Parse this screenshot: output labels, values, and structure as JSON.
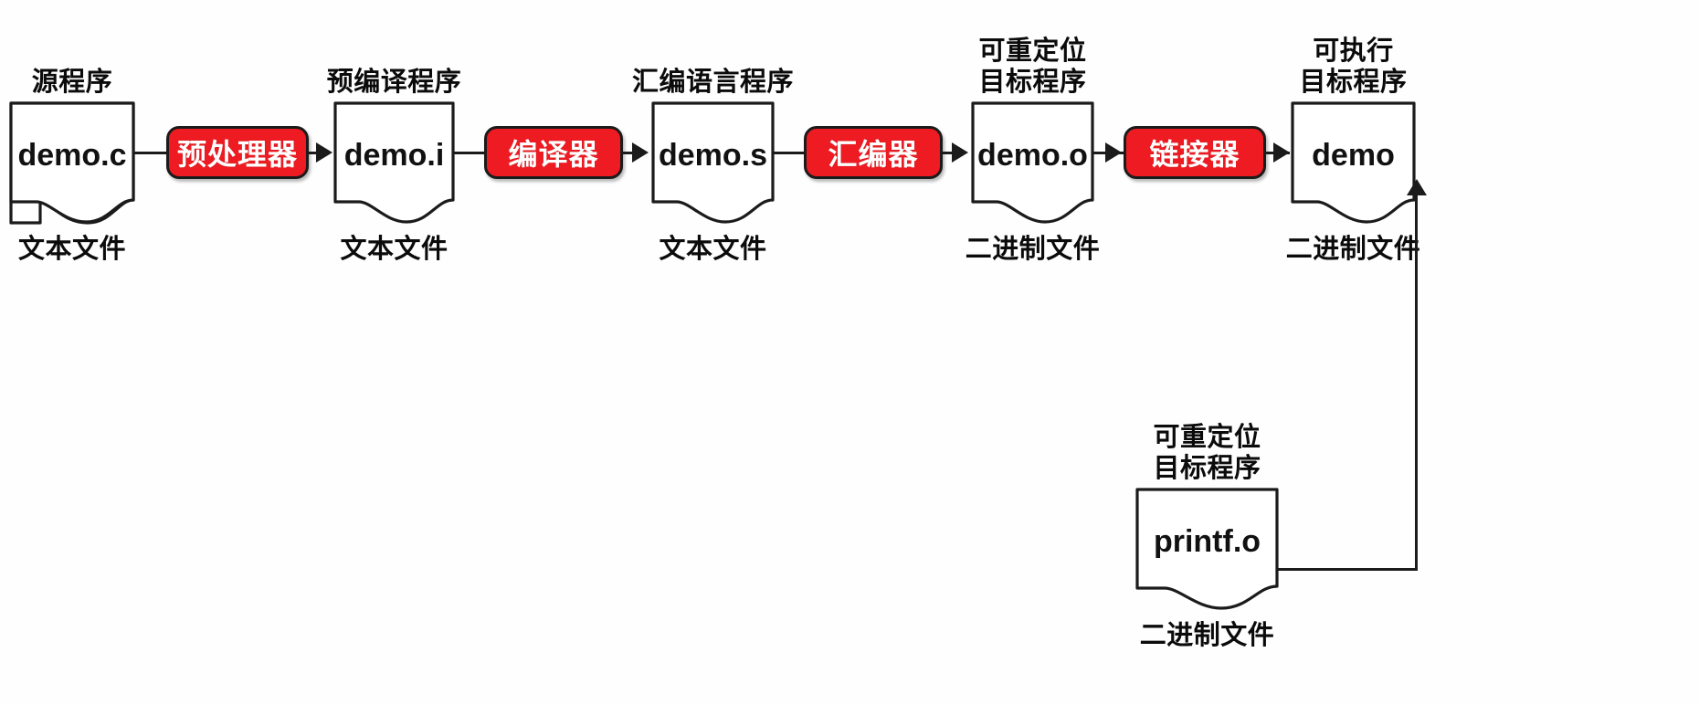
{
  "diagram": {
    "title": "",
    "accent_color": "#ee1b22",
    "line_color": "#1b1b1b",
    "text_color": "#0b0b0b",
    "background": "#fefefe"
  },
  "files": [
    {
      "id": "demo-c",
      "caption_top": "源程序",
      "filename": "demo.c",
      "caption_bottom": "文本文件"
    },
    {
      "id": "demo-i",
      "caption_top": "预编译程序",
      "filename": "demo.i",
      "caption_bottom": "文本文件"
    },
    {
      "id": "demo-s",
      "caption_top": "汇编语言程序",
      "filename": "demo.s",
      "caption_bottom": "文本文件"
    },
    {
      "id": "demo-o",
      "caption_top_line1": "可重定位",
      "caption_top_line2": "目标程序",
      "filename": "demo.o",
      "caption_bottom": "二进制文件"
    },
    {
      "id": "demo",
      "caption_top_line1": "可执行",
      "caption_top_line2": "目标程序",
      "filename": "demo",
      "caption_bottom": "二进制文件"
    },
    {
      "id": "printf-o",
      "caption_top_line1": "可重定位",
      "caption_top_line2": "目标程序",
      "filename": "printf.o",
      "caption_bottom": "二进制文件"
    }
  ],
  "processes": [
    {
      "id": "preprocessor",
      "label": "预处理器"
    },
    {
      "id": "compiler",
      "label": "编译器"
    },
    {
      "id": "assembler",
      "label": "汇编器"
    },
    {
      "id": "linker",
      "label": "链接器"
    }
  ],
  "flow": {
    "steps": [
      "源程序 demo.c",
      "预处理器",
      "预编译程序 demo.i",
      "编译器",
      "汇编语言程序 demo.s",
      "汇编器",
      "可重定位目标程序 demo.o",
      "链接器",
      "可执行目标程序 demo"
    ],
    "side_input": "可重定位目标程序 printf.o"
  }
}
